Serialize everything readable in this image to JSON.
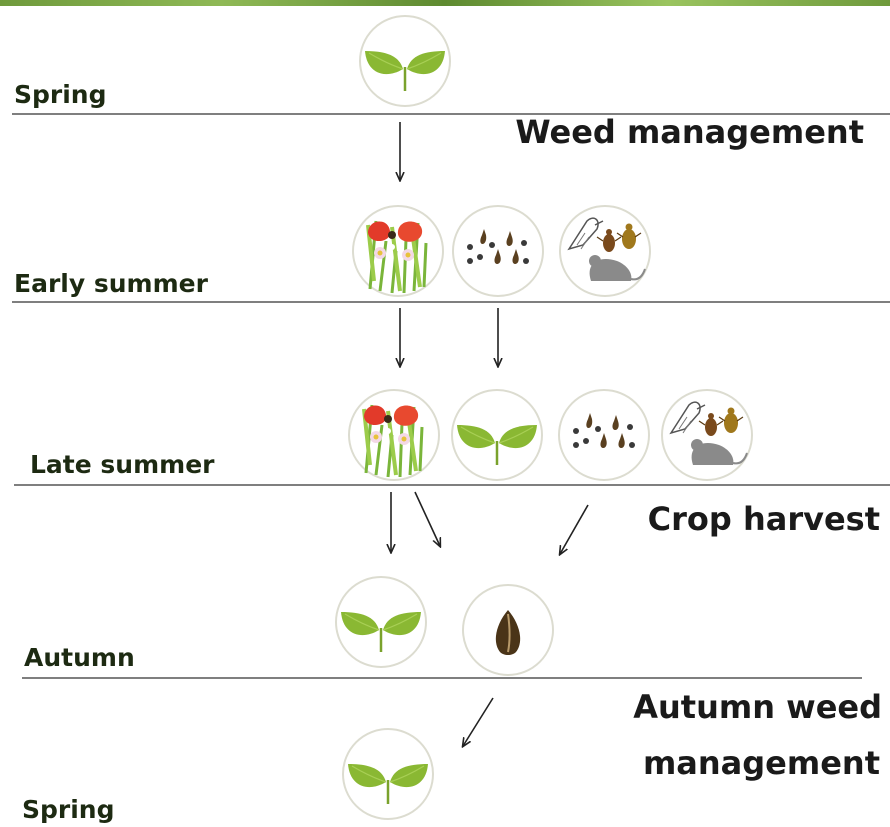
{
  "seasons": {
    "spring_top": "Spring",
    "early_summer": "Early summer",
    "late_summer": "Late summer",
    "autumn": "Autumn",
    "spring_bottom": "Spring"
  },
  "stages": {
    "weed_management": "Weed management",
    "crop_harvest": "Crop harvest",
    "autumn_weed_line1": "Autumn weed",
    "autumn_weed_line2": "management"
  },
  "icons": {
    "seedling": "seedling-icon",
    "flowering_weeds": "flowering-weeds-icon",
    "seeds": "seeds-icon",
    "seed_predators": "seed-predators-icon",
    "single_seed": "seed-icon"
  },
  "colors": {
    "leaf": "#8ab833",
    "leaf_dark": "#6f9a25",
    "seed": "#5a4020",
    "poppy": "#e23a2a",
    "line": "#555555"
  }
}
